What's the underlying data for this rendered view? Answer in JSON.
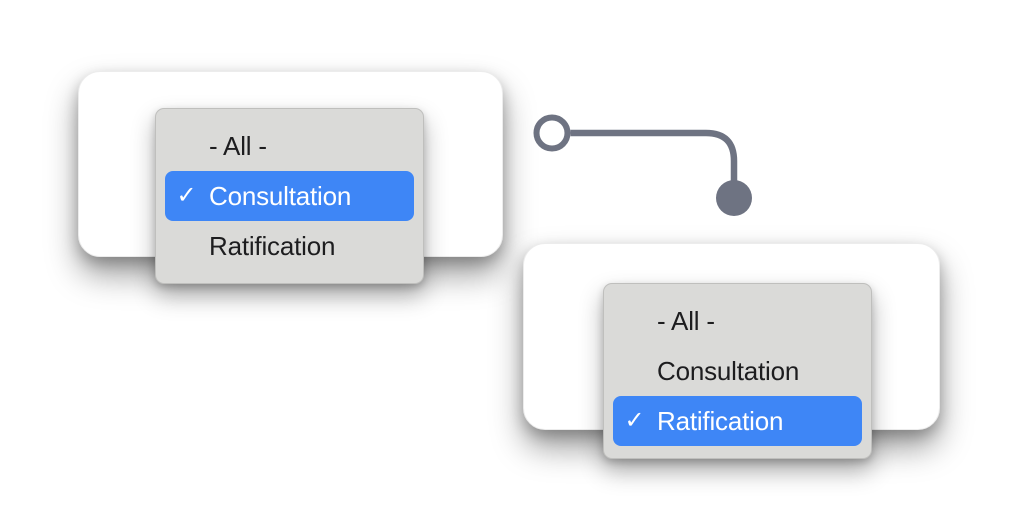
{
  "palette": {
    "page_bg": "#ffffff",
    "card_bg": "#ffffff",
    "menu_bg": "#dadad8",
    "menu_border": "rgba(0,0,0,0.12)",
    "highlight_blue": "#3e86f6",
    "item_text": "#1d1d1f",
    "selected_text": "#ffffff",
    "connector_gray": "#6e7382"
  },
  "dropdown_a": {
    "items": [
      {
        "label": "- All -",
        "check": "",
        "selected": false
      },
      {
        "label": "Consultation",
        "check": "✓",
        "selected": true
      },
      {
        "label": "Ratification",
        "check": "",
        "selected": false
      }
    ]
  },
  "dropdown_b": {
    "items": [
      {
        "label": "- All -",
        "check": "",
        "selected": false
      },
      {
        "label": "Consultation",
        "check": "",
        "selected": false
      },
      {
        "label": "Ratification",
        "check": "✓",
        "selected": true
      }
    ]
  }
}
